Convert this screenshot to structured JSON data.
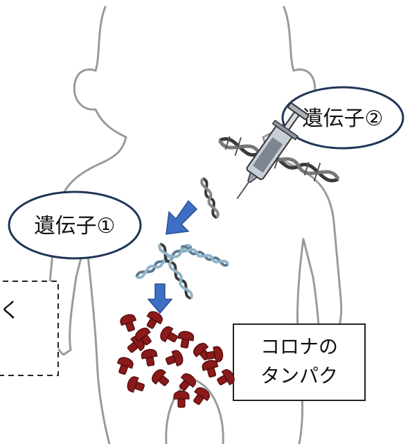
{
  "labels": {
    "gene1": "遺伝子①",
    "gene2": "遺伝子②",
    "protein_line1": "コロナの",
    "protein_line2": "タンパク",
    "partial_box": "く"
  },
  "colors": {
    "body_outline": "#9a9a9a",
    "ellipse_stroke": "#1f3558",
    "arrow": "#3d6fc4",
    "protein": "#8b1a1a",
    "dna_dark": "#3a3a3a",
    "dna_light": "#8fb3c9",
    "syringe_body": "#c8ced6"
  },
  "icons": [
    "dna-icon",
    "syringe-icon",
    "down-arrow-icon",
    "diagonal-arrow-icon",
    "protein-icon"
  ]
}
